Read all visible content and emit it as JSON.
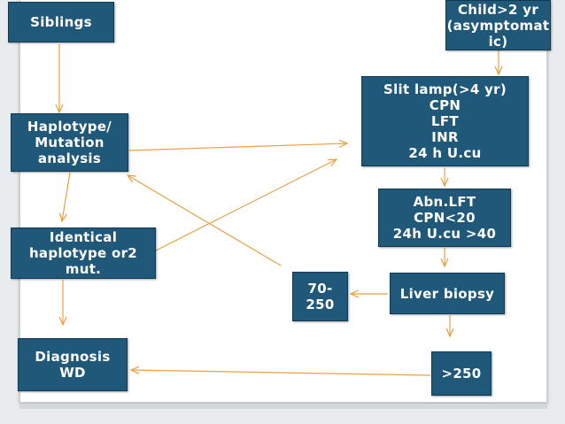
{
  "diagram": {
    "nodes": {
      "siblings": "Siblings",
      "child": "Child>2 yr\n(asymptomat\nic)",
      "haplotype": "Haplotype/\nMutation\nanalysis",
      "slit_lamp": "Slit lamp(>4  yr)\nCPN\nLFT\nINR\n24 h U.cu",
      "abn_lft": "Abn.LFT\nCPN<20\n24h U.cu >40",
      "identical": "Identical\nhaplotype or2\nmut.",
      "range_70_250": "70-\n250",
      "liver_biopsy": "Liver biopsy",
      "diagnosis": "Diagnosis\nWD",
      "gt_250": ">250"
    },
    "edges": [
      [
        "siblings",
        "haplotype"
      ],
      [
        "child",
        "slit_lamp"
      ],
      [
        "haplotype",
        "slit_lamp"
      ],
      [
        "haplotype",
        "identical"
      ],
      [
        "slit_lamp",
        "abn_lft"
      ],
      [
        "identical",
        "slit_lamp"
      ],
      [
        "range_70_250",
        "haplotype"
      ],
      [
        "abn_lft",
        "liver_biopsy"
      ],
      [
        "identical",
        "diagnosis"
      ],
      [
        "liver_biopsy",
        "range_70_250"
      ],
      [
        "liver_biopsy",
        "gt_250"
      ],
      [
        "gt_250",
        "diagnosis"
      ]
    ],
    "colors": {
      "box_fill": "#1f5878",
      "box_text": "#ffffff",
      "arrow": "#e8a040"
    }
  }
}
